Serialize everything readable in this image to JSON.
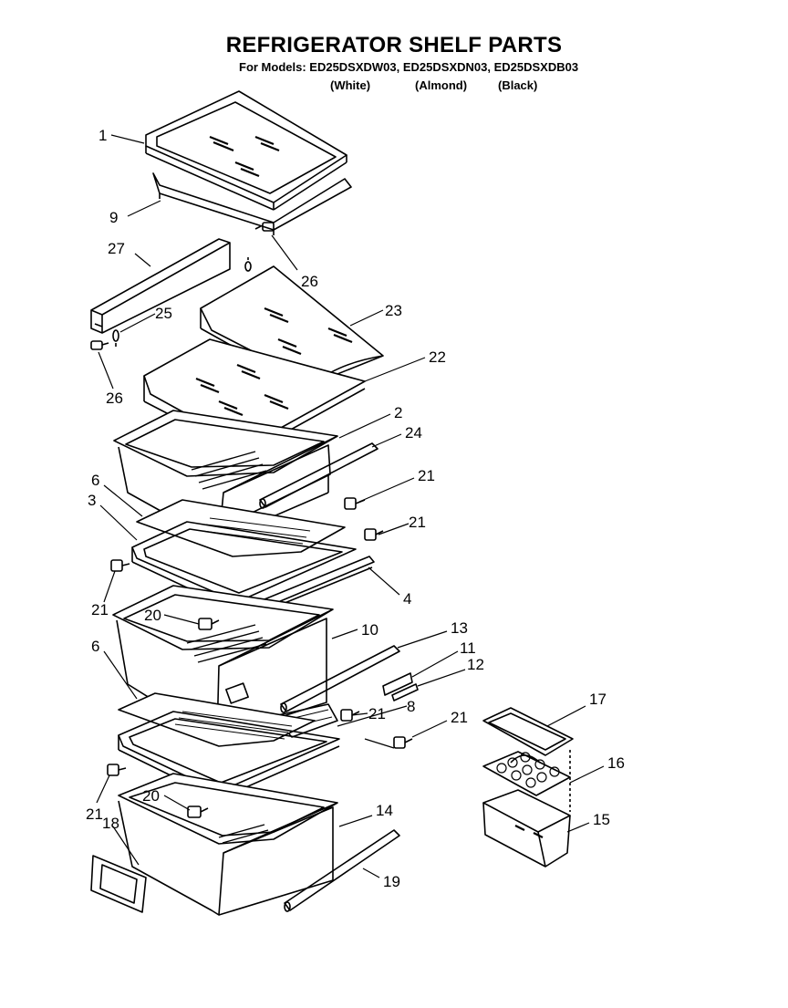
{
  "title": "REFRIGERATOR SHELF PARTS",
  "models_line": "For Models: ED25DSXDW03, ED25DSXDN03, ED25DSXDB03",
  "colors": [
    "(White)",
    "(Almond)",
    "(Black)"
  ],
  "part_labels": {
    "p1": "1",
    "p9": "9",
    "p27": "27",
    "p26a": "26",
    "p25": "25",
    "p26b": "26",
    "p23": "23",
    "p22": "22",
    "p2": "2",
    "p24": "24",
    "p21a": "21",
    "p21b": "21",
    "p6a": "6",
    "p3": "3",
    "p21c": "21",
    "p4": "4",
    "p20a": "20",
    "p10": "10",
    "p13": "13",
    "p11": "11",
    "p12": "12",
    "p6b": "6",
    "p21d": "21",
    "p8": "8",
    "p21e": "21",
    "p17": "17",
    "p16": "16",
    "p21f": "21",
    "p18": "18",
    "p20b": "20",
    "p14": "14",
    "p15": "15",
    "p19": "19"
  }
}
